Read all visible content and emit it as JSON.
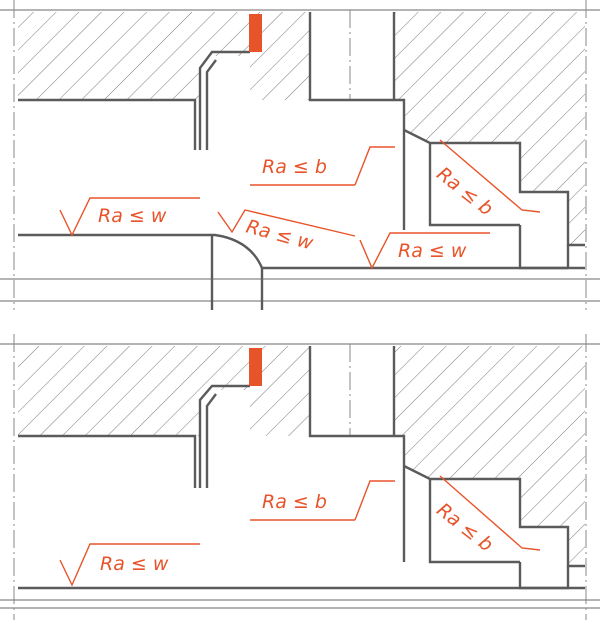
{
  "diagram": {
    "annotations_top": [
      {
        "id": "top-ra-b-1",
        "text": "Ra ≤ b"
      },
      {
        "id": "top-ra-b-2",
        "text": "Ra ≤ b"
      },
      {
        "id": "top-ra-w-1",
        "text": "Ra ≤ w"
      },
      {
        "id": "top-ra-w-2",
        "text": "Ra ≤ w"
      },
      {
        "id": "top-ra-w-3",
        "text": "Ra ≤ w"
      }
    ],
    "annotations_bottom": [
      {
        "id": "bottom-ra-b-1",
        "text": "Ra ≤ b"
      },
      {
        "id": "bottom-ra-b-2",
        "text": "Ra ≤ b"
      },
      {
        "id": "bottom-ra-w-1",
        "text": "Ra ≤ w"
      }
    ],
    "colors": {
      "accent": "#e8542a",
      "outline": "#5b5b5b",
      "hatch": "#7a7a7a",
      "background": "#ffffff"
    }
  }
}
